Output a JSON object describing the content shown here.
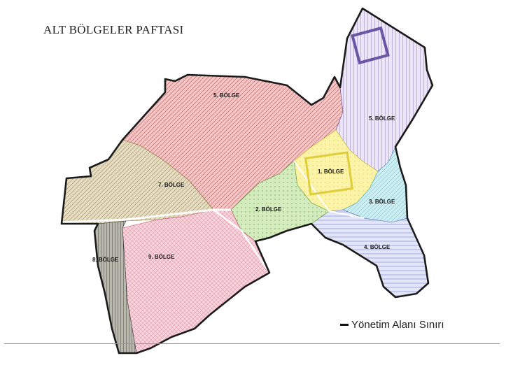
{
  "map": {
    "title": "ALT BÖLGELER PAFTASI",
    "zones": [
      {
        "id": "1",
        "label": "1. BÖLGE",
        "color": "#f4e96b"
      },
      {
        "id": "2",
        "label": "2. BÖLGE",
        "color": "#9fd07a"
      },
      {
        "id": "3",
        "label": "3. BÖLGE",
        "color": "#8fd6e3"
      },
      {
        "id": "4",
        "label": "4. BÖLGE",
        "color": "#aeb4e6"
      },
      {
        "id": "5a",
        "label": "5. BÖLGE",
        "color": "#c9b8e6"
      },
      {
        "id": "5b",
        "label": "5. BÖLGE",
        "color": "#f2a6a6"
      },
      {
        "id": "7",
        "label": "7. BÖLGE",
        "color": "#d9c9a0"
      },
      {
        "id": "8",
        "label": "8. BÖLGE",
        "color": "#8f8f86"
      },
      {
        "id": "9",
        "label": "9. BÖLGE",
        "color": "#f0b4c2"
      }
    ],
    "boundary_color": "#1b1b1b"
  },
  "legend": {
    "boundary_label": "Yönetim Alanı Sınırı"
  }
}
